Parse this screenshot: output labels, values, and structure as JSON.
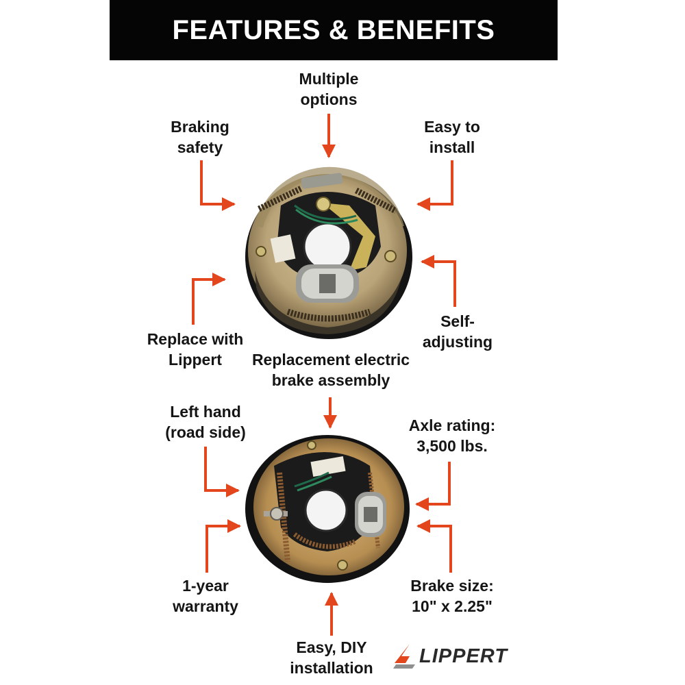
{
  "header": {
    "title": "FEATURES & BENEFITS"
  },
  "labels": {
    "multiple_options": [
      "Multiple",
      "options"
    ],
    "braking_safety": [
      "Braking",
      "safety"
    ],
    "easy_to_install": [
      "Easy to",
      "install"
    ],
    "replace_with_lippert": [
      "Replace with",
      "Lippert"
    ],
    "self_adjusting": [
      "Self-",
      "adjusting"
    ],
    "replacement_assembly": [
      "Replacement electric",
      "brake assembly"
    ],
    "left_hand": [
      "Left hand",
      "(road side)"
    ],
    "axle_rating": [
      "Axle rating:",
      "3,500 lbs."
    ],
    "warranty": [
      "1-year",
      "warranty"
    ],
    "brake_size": [
      "Brake size:",
      "10\" x 2.25\""
    ],
    "diy_installation": [
      "Easy, DIY",
      "installation"
    ]
  },
  "brand": {
    "name": "LIPPERT",
    "logo_icon": "lippert-swoosh-icon"
  },
  "colors": {
    "arrow": "#e3451c",
    "banner": "#050505",
    "banner_text": "#ffffff",
    "label_text": "#151515"
  }
}
